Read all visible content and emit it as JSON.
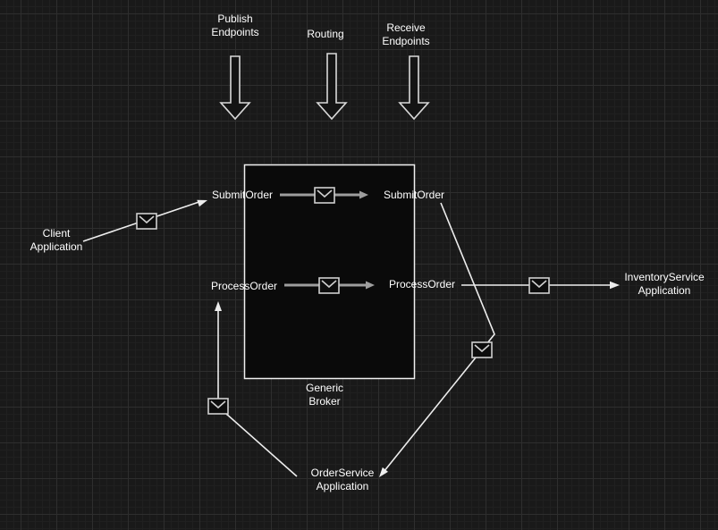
{
  "flow_columns": [
    {
      "id": "publish",
      "label": "Publish\nEndpoints"
    },
    {
      "id": "routing",
      "label": "Routing"
    },
    {
      "id": "receive",
      "label": "Receive\nEndpoints"
    }
  ],
  "broker": {
    "title": "Generic\nBroker",
    "publish_endpoints": [
      {
        "name": "SubmitOrder"
      },
      {
        "name": "ProcessOrder"
      }
    ],
    "receive_endpoints": [
      {
        "name": "SubmitOrder"
      },
      {
        "name": "ProcessOrder"
      }
    ]
  },
  "applications": {
    "client": {
      "label": "Client\nApplication"
    },
    "inventory_service": {
      "label": "InventoryService\nApplication"
    },
    "order_service": {
      "label": "OrderService\nApplication"
    }
  },
  "icons": {
    "message": "envelope-icon",
    "flow_direction": "down-arrow-icon"
  },
  "colors": {
    "background": "#191919",
    "grid_major": "#2e2e2e",
    "grid_minor": "#202020",
    "connection_line": "#ededed",
    "broker_inner_arrow": "#9e9e9e",
    "text": "#ffffff",
    "broker_fill": "#0a0a0a"
  }
}
